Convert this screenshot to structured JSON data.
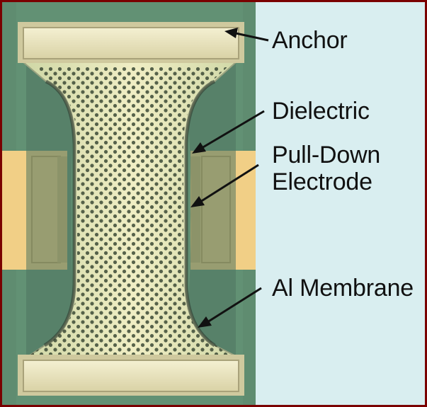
{
  "image": {
    "labels": {
      "anchor": "Anchor",
      "dielectric": "Dielectric",
      "pull_down_line1": "Pull-Down",
      "pull_down_line2": "Electrode",
      "membrane": "Al Membrane"
    },
    "colors": {
      "frame": "#7a0000",
      "substrate": "#5f8c70",
      "annotation_panel": "#d9eef0",
      "electrode_gold": "#f1cf86",
      "anchor_pad": "#ece7c4",
      "membrane": "#e9e8b8",
      "etch_holes": "#3c4a36"
    },
    "icons": [
      "arrow-anchor",
      "arrow-dielectric",
      "arrow-pull-down-electrode",
      "arrow-membrane"
    ]
  }
}
